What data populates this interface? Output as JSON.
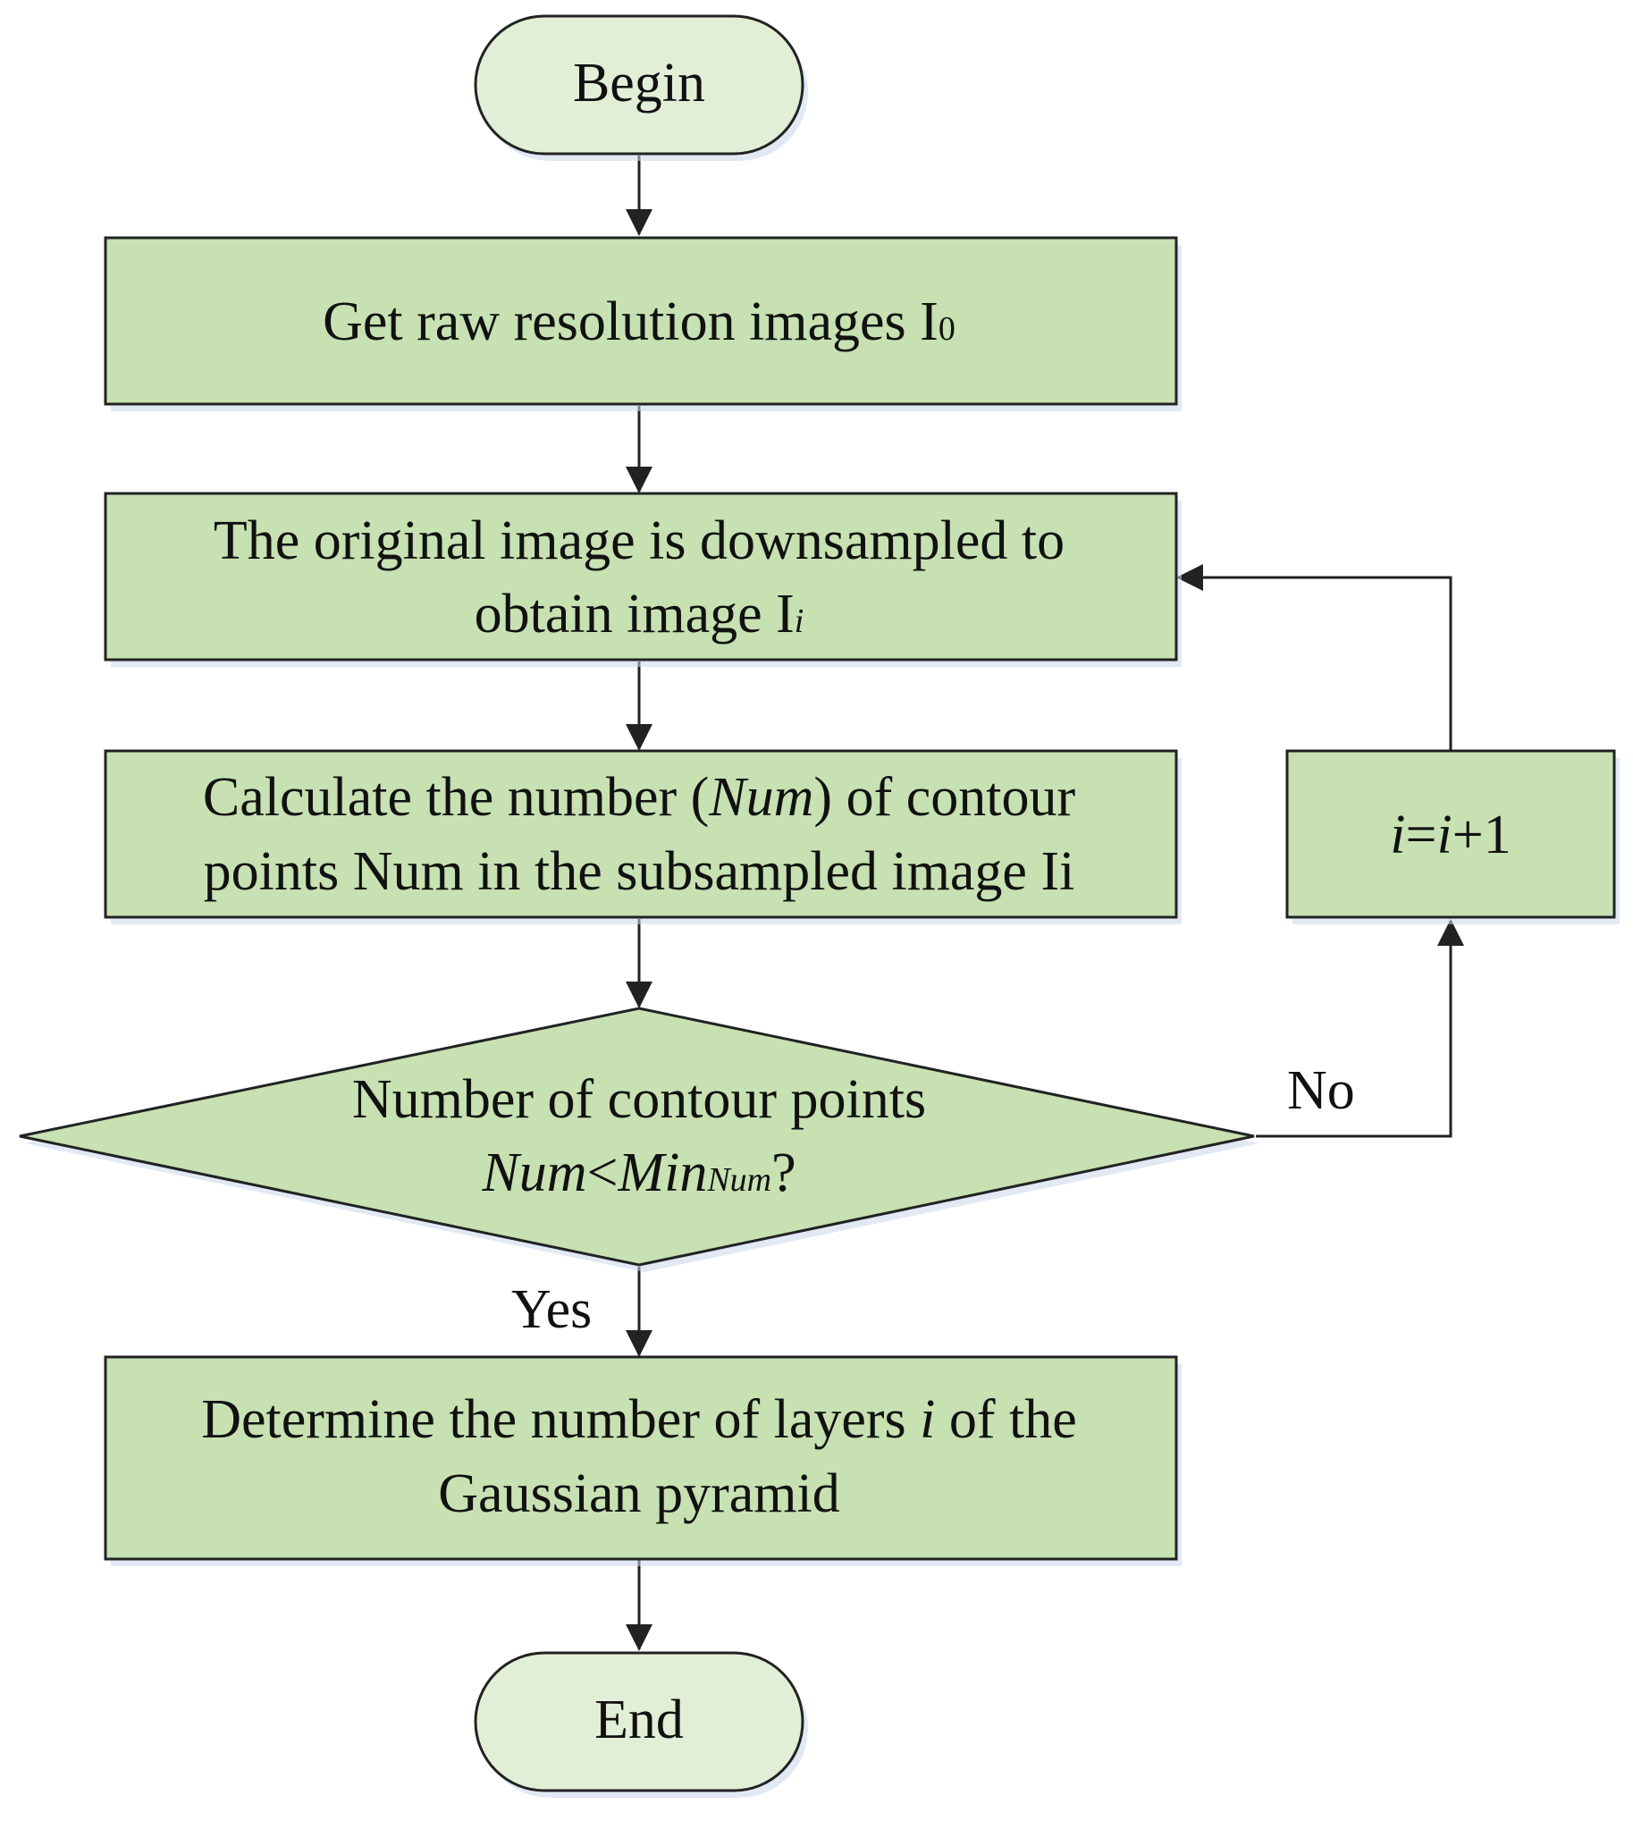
{
  "colors": {
    "terminal_fill": "#e1efd7",
    "process_fill": "#c7e1b2",
    "decision_fill": "#c7e1b2",
    "stroke": "#222222",
    "shadow": "#c9d7ec"
  },
  "nodes": {
    "begin": {
      "text": "Begin"
    },
    "get_raw": {
      "text": "Get raw resolution images I",
      "sub": "0"
    },
    "downsample": {
      "line1": "The original image is downsampled to",
      "line2": "obtain image I",
      "line2_sub": "i"
    },
    "calculate": {
      "line1_a": "Calculate the number (",
      "line1_b": "Num",
      "line1_c": ") of contour",
      "line2": "points Num in the subsampled image Ii"
    },
    "decision": {
      "line1": "Number of contour points",
      "line2_a": "Num",
      "line2_b": "<",
      "line2_c": "Min",
      "line2_sub": "Num",
      "line2_d": "?"
    },
    "increment": {
      "a": "i",
      "b": "=",
      "c": "i",
      "d": "+1"
    },
    "determine": {
      "line1_a": "Determine the number of layers ",
      "line1_b": "i",
      "line1_c": " of the",
      "line2": "Gaussian pyramid"
    },
    "end": {
      "text": "End"
    }
  },
  "edges": {
    "yes_label": "Yes",
    "no_label": "No"
  }
}
